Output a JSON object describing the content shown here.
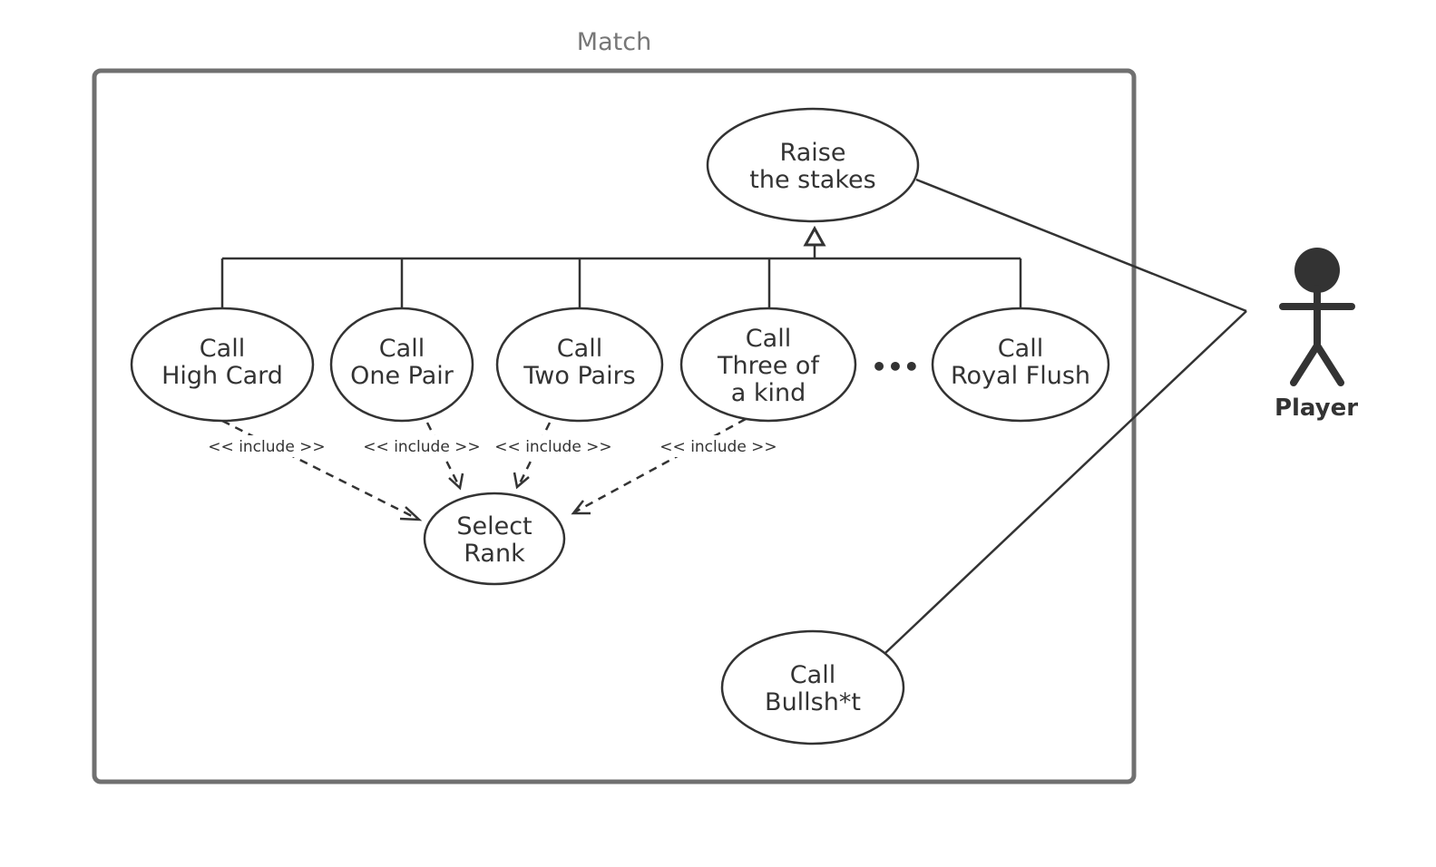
{
  "system": {
    "name": "Match"
  },
  "actor": {
    "name": "Player"
  },
  "use_cases": {
    "raise": [
      "Raise",
      "the stakes"
    ],
    "high_card": [
      "Call",
      "High Card"
    ],
    "one_pair": [
      "Call",
      "One Pair"
    ],
    "two_pairs": [
      "Call",
      "Two Pairs"
    ],
    "three_kind": [
      "Call",
      "Three of",
      "a kind"
    ],
    "royal_flush": [
      "Call",
      "Royal Flush"
    ],
    "select_rank": [
      "Select",
      "Rank"
    ],
    "bullshit": [
      "Call",
      "Bullsh*t"
    ]
  },
  "include_label": "<< include >>",
  "ellipsis": "•••",
  "colors": {
    "stroke": "#333333",
    "system_label": "#777777",
    "background": "#ffffff"
  }
}
